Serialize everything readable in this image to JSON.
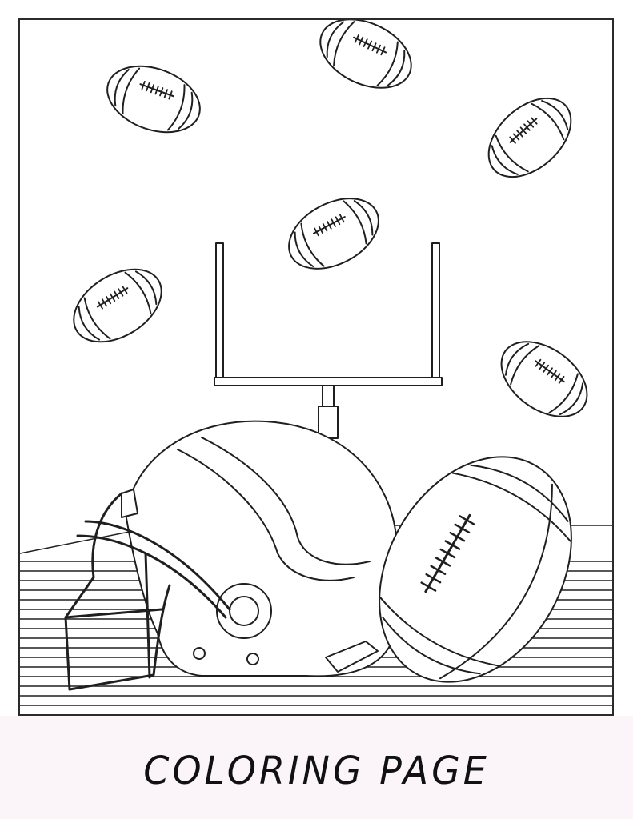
{
  "page": {
    "title": "COLORING PAGE"
  },
  "artwork": {
    "subject": "american-football",
    "elements": [
      "football",
      "football",
      "football",
      "football",
      "football",
      "football",
      "goal-post",
      "helmet",
      "football-large",
      "field-stripes"
    ],
    "colors": {
      "line": "#1f1f1f",
      "background": "#ffffff",
      "footer_background": "#fbf4f9"
    }
  }
}
